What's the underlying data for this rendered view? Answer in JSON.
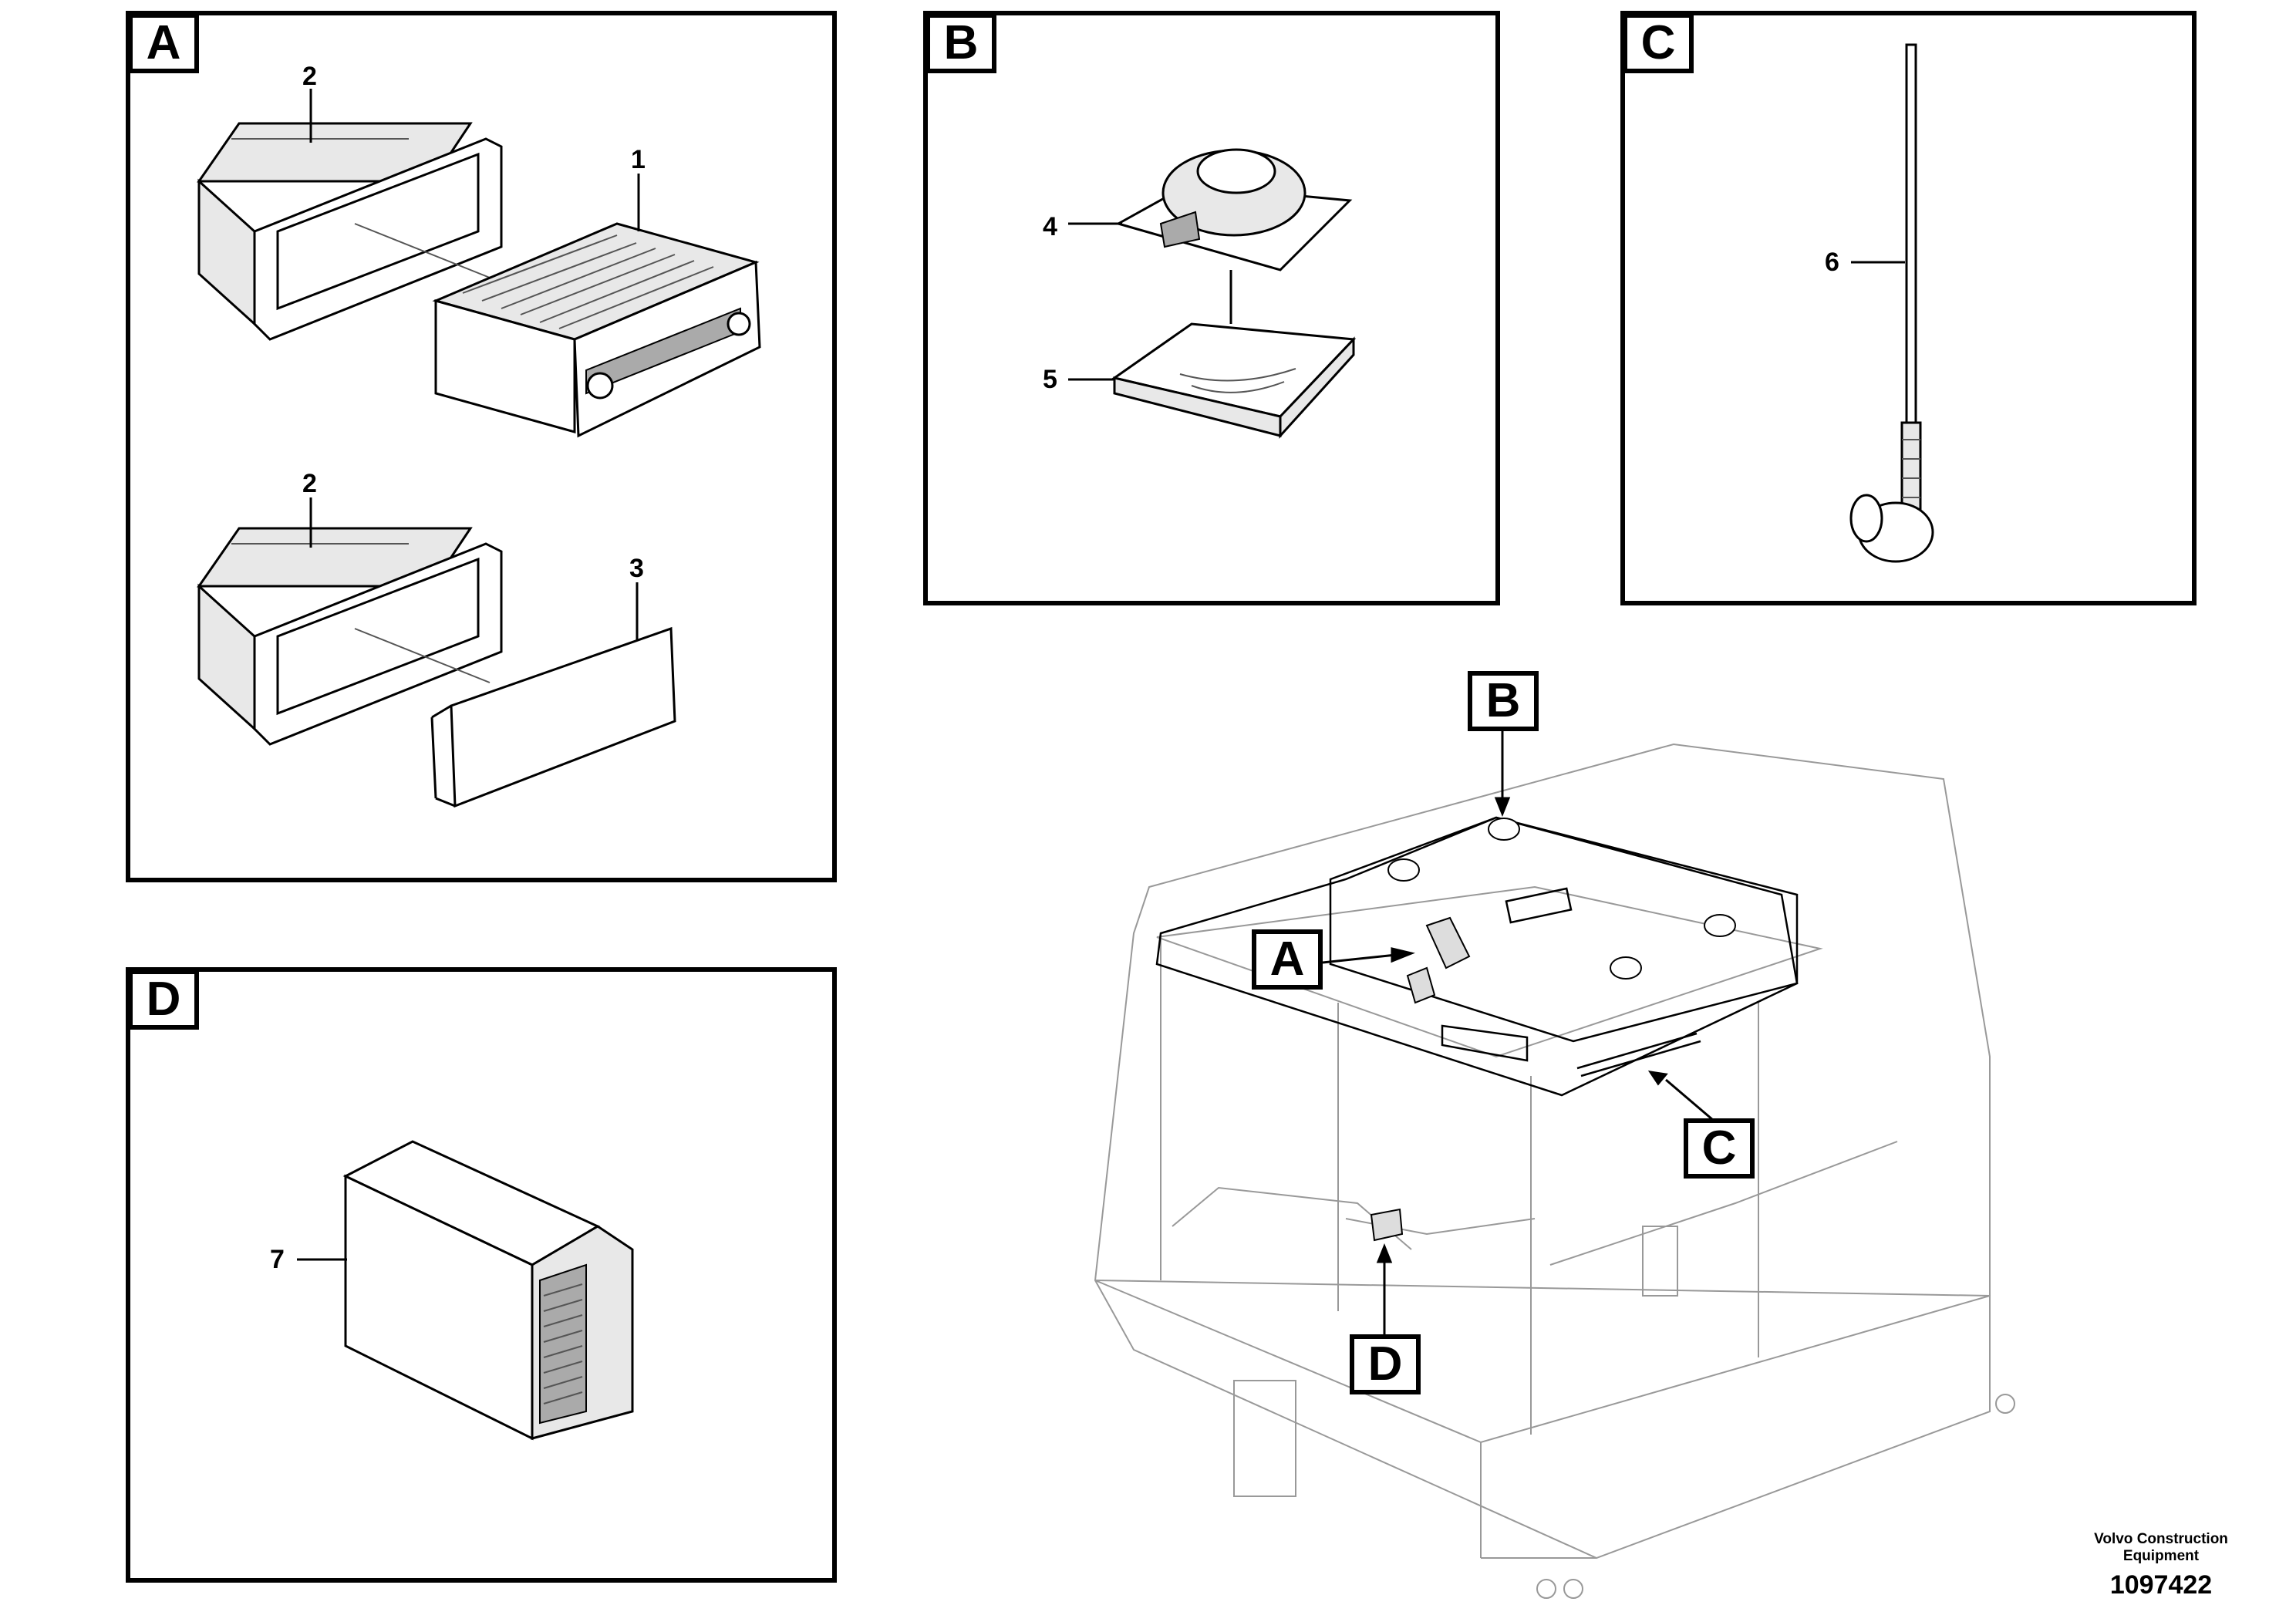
{
  "panels": {
    "a": {
      "tag": "A",
      "items": {
        "radio": "1",
        "frame_top": "2",
        "frame_bottom": "2",
        "cover": "3"
      }
    },
    "b": {
      "tag": "B",
      "items": {
        "speaker": "4",
        "grille": "5"
      }
    },
    "c": {
      "tag": "C",
      "items": {
        "antenna": "6"
      }
    },
    "d": {
      "tag": "D",
      "items": {
        "converter": "7"
      }
    }
  },
  "overview": {
    "tag_a": "A",
    "tag_b": "B",
    "tag_c": "C",
    "tag_d": "D"
  },
  "credit": {
    "line1": "Volvo Construction",
    "line2": "Equipment",
    "drawing_number": "1097422"
  }
}
